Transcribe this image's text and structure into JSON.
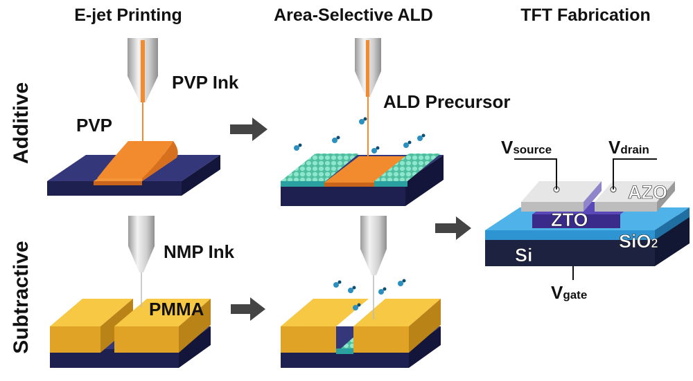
{
  "columns": {
    "ejet": "E-jet Printing",
    "asald": "Area-Selective ALD",
    "tft": "TFT Fabrication"
  },
  "rows": {
    "additive": "Additive",
    "subtractive": "Subtractive"
  },
  "labels": {
    "pvp_ink": "PVP Ink",
    "pvp": "PVP",
    "ald_precursor": "ALD Precursor",
    "nmp_ink": "NMP Ink",
    "pmma": "PMMA"
  },
  "tft": {
    "v_source_main": "V",
    "v_source_sub": "source",
    "v_drain_main": "V",
    "v_drain_sub": "drain",
    "v_gate_main": "V",
    "v_gate_sub": "gate",
    "azo": "AZO",
    "zto": "ZTO",
    "sio2_main": "SiO",
    "sio2_sub": "2",
    "si": "Si"
  },
  "colors": {
    "substrate_top": "#2d2f6b",
    "substrate_side": "#1a1b45",
    "pvp": "#f28b2e",
    "pmma": "#f2b330",
    "ald_film": "#6fd6b8",
    "precursor": "#2b8fc0",
    "sio2": "#2f95d2",
    "si": "#1c2240",
    "zto": "#3a2a8a",
    "azo": "#d9d9d9"
  }
}
